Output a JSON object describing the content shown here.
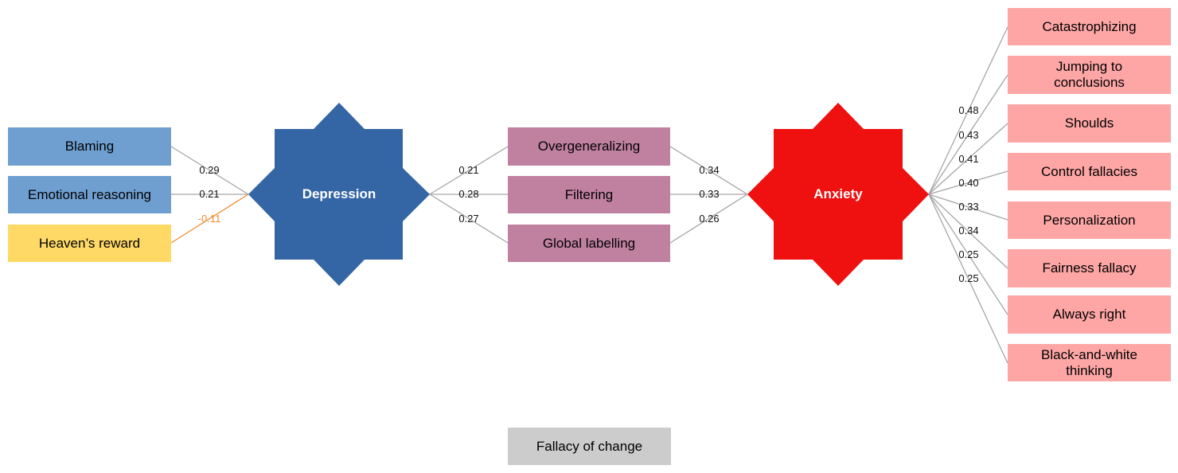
{
  "colors": {
    "blue_box": "#6f9fd1",
    "yellow_box": "#ffd966",
    "purple_box": "#c081a0",
    "pink_box": "#fea6a6",
    "gray_box": "#cccccc",
    "depression_star": "#3465a4",
    "anxiety_star": "#ef1010",
    "edge": "#a6a6a6",
    "negative_edge": "#f08c32"
  },
  "left": {
    "blaming": "Blaming",
    "emotional_reasoning": "Emotional reasoning",
    "heavens_reward": "Heaven’s reward"
  },
  "left_coefs": {
    "blaming": "0.29",
    "emotional_reasoning": "0.21",
    "heavens_reward": "-0.11"
  },
  "depression": {
    "label": "Depression"
  },
  "middle": {
    "overgeneralizing": "Overgeneralizing",
    "filtering": "Filtering",
    "global_labelling": "Global labelling"
  },
  "dep_coefs": {
    "overgeneralizing": "0.21",
    "filtering": "0.28",
    "global_labelling": "0.27"
  },
  "anx_in_coefs": {
    "overgeneralizing": "0.34",
    "filtering": "0.33",
    "global_labelling": "0.26"
  },
  "anxiety": {
    "label": "Anxiety"
  },
  "right": {
    "catastrophizing": "Catastrophizing",
    "jumping_to_conclusions": "Jumping to conclusions",
    "shoulds": "Shoulds",
    "control_fallacies": "Control fallacies",
    "personalization": "Personalization",
    "fairness_fallacy": "Fairness fallacy",
    "always_right": "Always right",
    "black_and_white_thinking": "Black-and-white thinking"
  },
  "right_coefs": [
    "0.48",
    "0.43",
    "0.41",
    "0.40",
    "0.33",
    "0.34",
    "0.25",
    "0.25"
  ],
  "unconnected": {
    "fallacy_of_change": "Fallacy of change"
  }
}
